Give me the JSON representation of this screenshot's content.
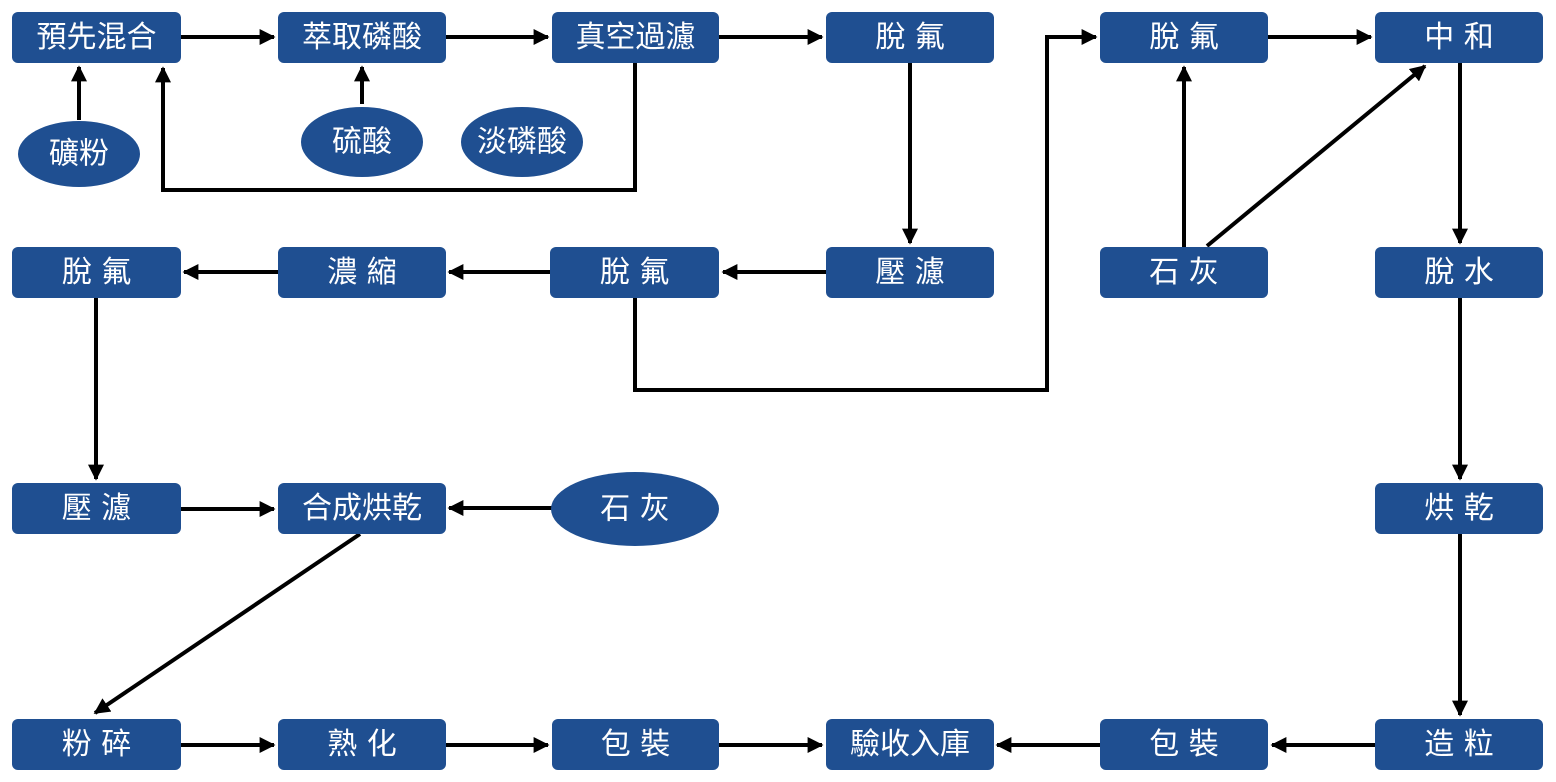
{
  "nodes": {
    "premix": "預先混合",
    "extract": "萃取磷酸",
    "vacuum_filter": "真空過濾",
    "defluor_1": "脫 氟",
    "defluor_2": "脫 氟",
    "neutralize": "中 和",
    "ore_powder": "礦粉",
    "sulfuric_acid": "硫酸",
    "dilute_phosphoric": "淡磷酸",
    "defluor_3": "脫 氟",
    "concentrate": "濃 縮",
    "defluor_4": "脫 氟",
    "press_filter_1": "壓 濾",
    "lime_1": "石 灰",
    "dewater": "脫 水",
    "press_filter_2": "壓 濾",
    "synth_dry": "合成烘乾",
    "lime_2": "石 灰",
    "dry": "烘 乾",
    "crush": "粉 碎",
    "cure": "熟 化",
    "pack_1": "包 裝",
    "inspect_store": "驗收入庫",
    "pack_2": "包 裝",
    "granulate": "造 粒"
  },
  "colors": {
    "node_fill": "#1f4f91",
    "node_text": "#ffffff",
    "arrow": "#000000"
  }
}
